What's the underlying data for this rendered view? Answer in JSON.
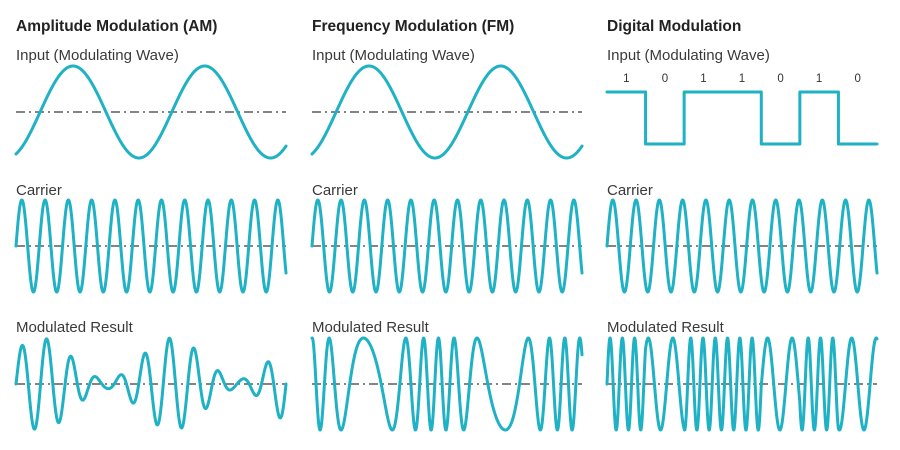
{
  "columns": [
    {
      "id": "am",
      "title": "Amplitude Modulation (AM)",
      "input_label": "Input (Modulating Wave)",
      "carrier_label": "Carrier",
      "result_label": "Modulated Result"
    },
    {
      "id": "fm",
      "title": "Frequency Modulation (FM)",
      "input_label": "Input (Modulating Wave)",
      "carrier_label": "Carrier",
      "result_label": "Modulated Result"
    },
    {
      "id": "digital",
      "title": "Digital Modulation",
      "input_label": "Input (Modulating Wave)",
      "carrier_label": "Carrier",
      "result_label": "Modulated Result",
      "bits": [
        "1",
        "0",
        "1",
        "1",
        "0",
        "1",
        "0"
      ]
    }
  ],
  "colors": {
    "wave": "#1fb1c4",
    "axis": "#3a3a3a",
    "text": "#2b2b2b"
  }
}
